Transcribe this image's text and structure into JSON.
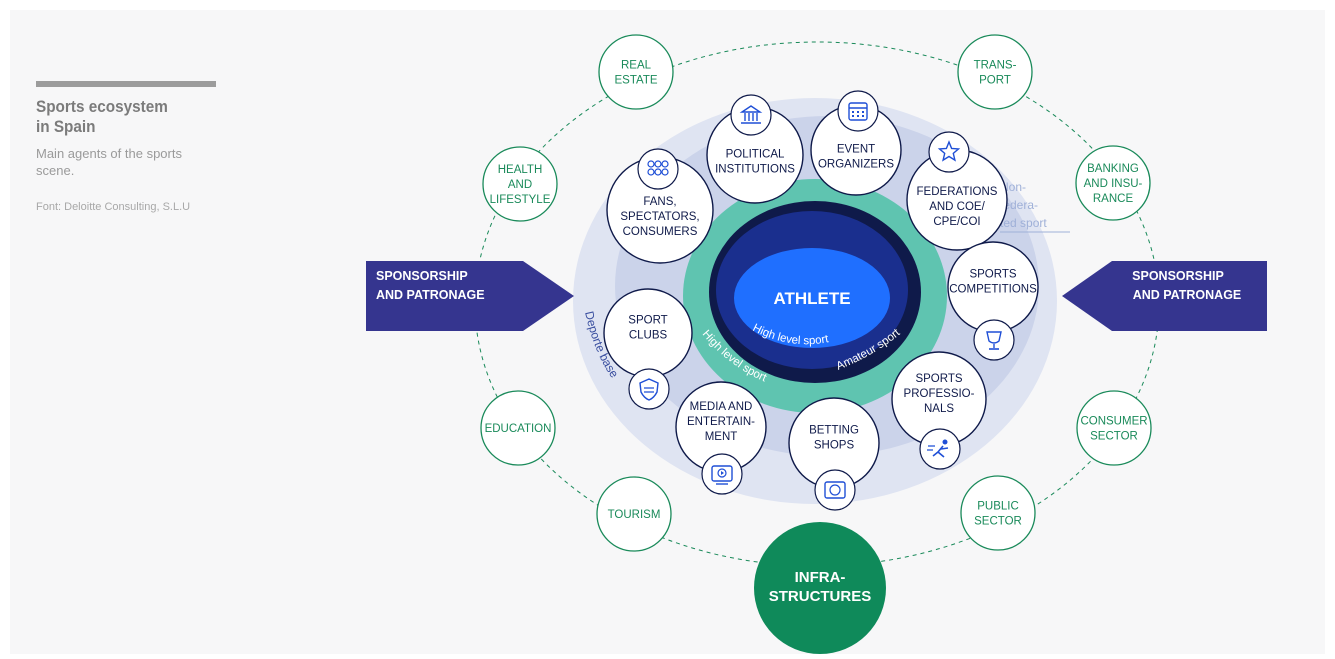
{
  "sidebar": {
    "title": "Sports ecosystem in Spain",
    "subtitle": "Main agents of the sports scene.",
    "source": "Font: Deloitte Consulting, S.L.U"
  },
  "center": {
    "athlete": "ATHLETE",
    "high_level_inner": "High level sport",
    "amateur": "Amateur sport",
    "high_level_outer": "High level sport",
    "deporte_base": "Deporte base",
    "non_federated": [
      "Non-",
      "federa-",
      "ted sport"
    ]
  },
  "sponsorship": {
    "left": [
      "SPONSORSHIP",
      "AND PATRONAGE"
    ],
    "right": [
      "SPONSORSHIP",
      "AND PATRONAGE"
    ]
  },
  "infrastructures": [
    "INFRA-",
    "STRUCTURES"
  ],
  "outer_nodes": [
    {
      "id": "real-estate",
      "lines": [
        "REAL",
        "ESTATE"
      ]
    },
    {
      "id": "transport",
      "lines": [
        "TRANS-",
        "PORT"
      ]
    },
    {
      "id": "health-lifestyle",
      "lines": [
        "HEALTH",
        "AND",
        "LIFESTYLE"
      ]
    },
    {
      "id": "banking-insurance",
      "lines": [
        "BANKING",
        "AND INSU-",
        "RANCE"
      ]
    },
    {
      "id": "education",
      "lines": [
        "EDUCATION"
      ]
    },
    {
      "id": "consumer-sector",
      "lines": [
        "CONSUMER",
        "SECTOR"
      ]
    },
    {
      "id": "tourism",
      "lines": [
        "TOURISM"
      ]
    },
    {
      "id": "public-sector",
      "lines": [
        "PUBLIC",
        "SECTOR"
      ]
    }
  ],
  "inner_nodes": [
    {
      "id": "political-institutions",
      "lines": [
        "POLITICAL",
        "INSTITUTIONS"
      ],
      "icon": "institution-icon"
    },
    {
      "id": "event-organizers",
      "lines": [
        "EVENT",
        "ORGANIZERS"
      ],
      "icon": "calendar-icon"
    },
    {
      "id": "federations",
      "lines": [
        "FEDERATIONS",
        "AND COE/",
        "CPE/COI"
      ],
      "icon": "star-icon"
    },
    {
      "id": "fans",
      "lines": [
        "FANS,",
        "SPECTATORS,",
        "CONSUMERS"
      ],
      "icon": "crowd-icon"
    },
    {
      "id": "sports-competitions",
      "lines": [
        "SPORTS",
        "COMPETITIONS"
      ],
      "icon": "trophy-icon"
    },
    {
      "id": "sport-clubs",
      "lines": [
        "SPORT",
        "CLUBS"
      ],
      "icon": "shield-icon"
    },
    {
      "id": "sports-professionals",
      "lines": [
        "SPORTS",
        "PROFESSIO-",
        "NALS"
      ],
      "icon": "runner-icon"
    },
    {
      "id": "media",
      "lines": [
        "MEDIA AND",
        "ENTERTAIN-",
        "MENT"
      ],
      "icon": "media-player-icon"
    },
    {
      "id": "betting-shops",
      "lines": [
        "BETTING",
        "SHOPS"
      ],
      "icon": "betting-icon"
    }
  ],
  "colors": {
    "green": "#1a8a5a",
    "navy": "#0f1a4a",
    "blue": "#1f6fff",
    "teal": "#5fc4b0",
    "purple": "#35358f",
    "light_blue": "#dde3f1",
    "lighter_blue": "#c9d2ea"
  }
}
